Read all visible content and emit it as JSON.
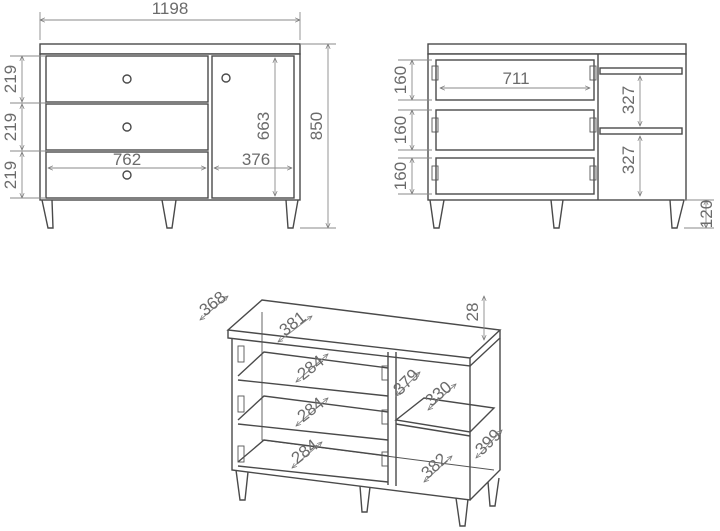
{
  "front_view": {
    "total_width": "1198",
    "drawer_heights": [
      "219",
      "219",
      "219"
    ],
    "drawer_width": "762",
    "door_width": "376",
    "door_height": "663",
    "total_height": "850"
  },
  "open_front_view": {
    "inner_drawer_heights": [
      "160",
      "160",
      "160"
    ],
    "inner_drawer_width": "711",
    "compartment_heights": [
      "327",
      "327"
    ],
    "leg_height": "120"
  },
  "iso_view": {
    "depth": "368",
    "top_thickness": "28",
    "inner_depth": "381",
    "drawer_depths": [
      "284",
      "284",
      "284"
    ],
    "shelf_depth_a": "379",
    "shelf_depth_b": "330",
    "cabinet_depth": "399",
    "bottom_depth": "382"
  }
}
